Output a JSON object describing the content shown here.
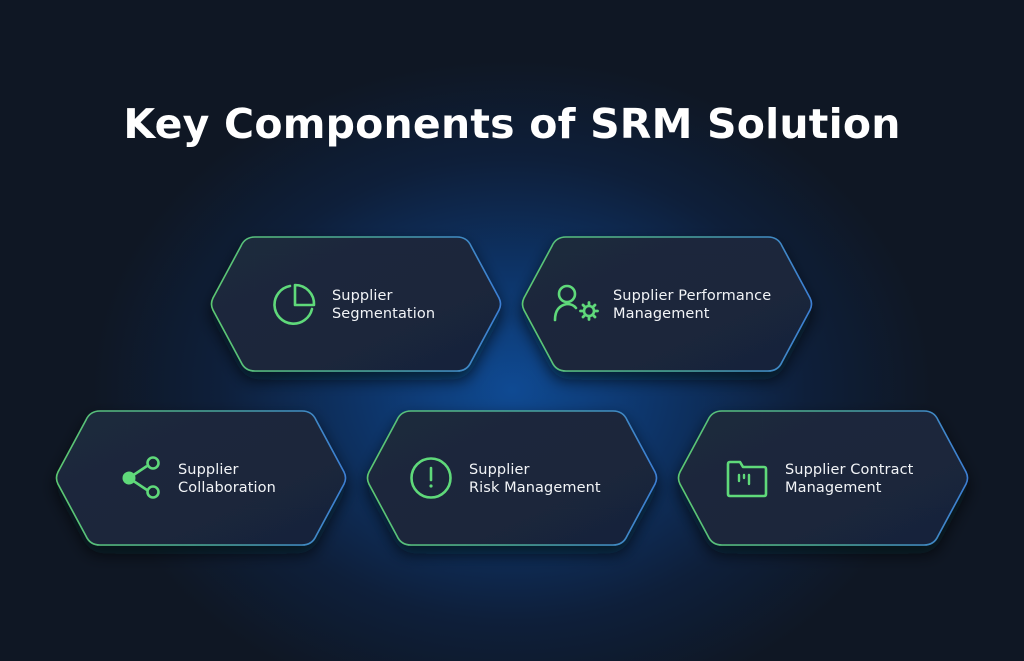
{
  "title": "Key Components of SRM Solution",
  "colors": {
    "icon_green": "#5fd97a",
    "card_fill": "#1b2638",
    "border_green": "#55c173",
    "border_blue": "#3e7fd1",
    "background_center": "#0f4a93",
    "background_edge": "#0f1622"
  },
  "components": [
    {
      "icon": "pie-chart-icon",
      "line1": "Supplier",
      "line2": "Segmentation"
    },
    {
      "icon": "user-gear-icon",
      "line1": "Supplier Performance",
      "line2": "Management"
    },
    {
      "icon": "share-icon",
      "line1": "Supplier",
      "line2": "Collaboration"
    },
    {
      "icon": "alert-circle-icon",
      "line1": "Supplier",
      "line2": "Risk Management"
    },
    {
      "icon": "folder-icon",
      "line1": "Supplier Contract",
      "line2": "Management"
    }
  ]
}
